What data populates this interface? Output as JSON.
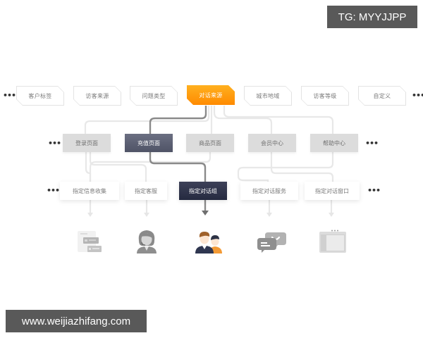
{
  "watermarks": {
    "top_right": "TG: MYYJJPP",
    "bottom_left": "www.weijiazhifang.com"
  },
  "colors": {
    "accent_orange": "#ff9500",
    "active_mid": "#5a5e72",
    "active_bottom": "#2e3249",
    "chip_text": "#7a7a7a",
    "line_grey": "#e6e6e6",
    "active_line": "#8a8a8a"
  },
  "more_label": "•••",
  "diagram": {
    "row1": {
      "name": "routing-dimensions",
      "items": [
        {
          "label": "客户标签",
          "active": false
        },
        {
          "label": "访客来源",
          "active": false
        },
        {
          "label": "问题类型",
          "active": false
        },
        {
          "label": "对话来源",
          "active": true
        },
        {
          "label": "城市地域",
          "active": false
        },
        {
          "label": "访客等级",
          "active": false
        },
        {
          "label": "自定义",
          "active": false
        }
      ]
    },
    "row2": {
      "name": "source-pages",
      "items": [
        {
          "label": "登录页面",
          "active": false
        },
        {
          "label": "充值页面",
          "active": true
        },
        {
          "label": "商品页面",
          "active": false
        },
        {
          "label": "会员中心",
          "active": false
        },
        {
          "label": "帮助中心",
          "active": false
        }
      ]
    },
    "row3": {
      "name": "assignment-targets",
      "items": [
        {
          "label": "指定信息收集",
          "active": false,
          "icon": "form-icon"
        },
        {
          "label": "指定客服",
          "active": false,
          "icon": "agent-icon"
        },
        {
          "label": "指定对话组",
          "active": true,
          "icon": "group-icon"
        },
        {
          "label": "指定对话服务",
          "active": false,
          "icon": "chat-bubbles-icon"
        },
        {
          "label": "指定对话窗口",
          "active": false,
          "icon": "window-icon"
        }
      ]
    }
  }
}
